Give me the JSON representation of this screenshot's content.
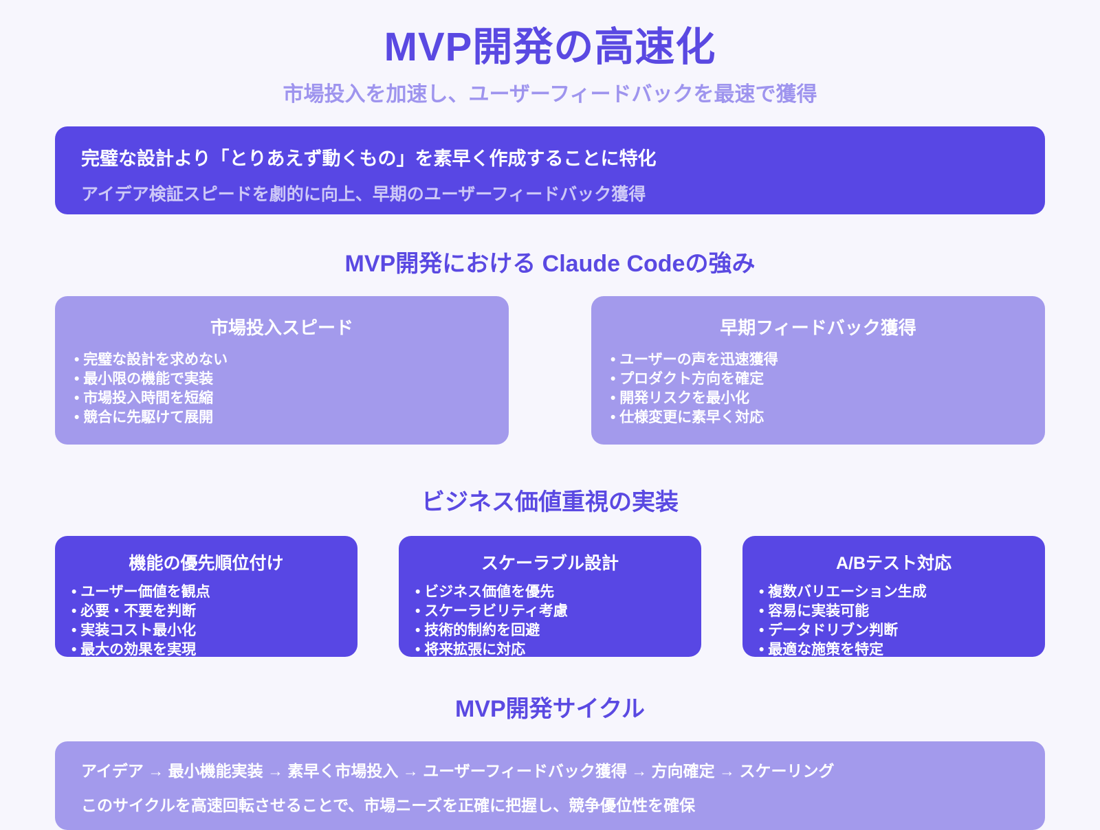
{
  "page": {
    "title": "MVP開発の高速化",
    "subtitle": "市場投入を加速し、ユーザーフィードバックを最速で獲得"
  },
  "hero_banner": {
    "headline": "完璧な設計より「とりあえず動くもの」を素早く作成することに特化",
    "subtext": "アイデア検証スピードを劇的に向上、早期のユーザーフィードバック獲得"
  },
  "strengths_section": {
    "heading": "MVP開発における Claude Codeの強み",
    "cards": [
      {
        "title": "市場投入スピード",
        "bullets": [
          "完璧な設計を求めない",
          "最小限の機能で実装",
          "市場投入時間を短縮",
          "競合に先駆けて展開"
        ]
      },
      {
        "title": "早期フィードバック獲得",
        "bullets": [
          "ユーザーの声を迅速獲得",
          "プロダクト方向を確定",
          "開発リスクを最小化",
          "仕様変更に素早く対応"
        ]
      }
    ]
  },
  "business_section": {
    "heading": "ビジネス価値重視の実装",
    "cards": [
      {
        "title": "機能の優先順位付け",
        "bullets": [
          "ユーザー価値を観点",
          "必要・不要を判断",
          "実装コスト最小化",
          "最大の効果を実現"
        ]
      },
      {
        "title": "スケーラブル設計",
        "bullets": [
          "ビジネス価値を優先",
          "スケーラビリティ考慮",
          "技術的制約を回避",
          "将来拡張に対応"
        ]
      },
      {
        "title": "A/Bテスト対応",
        "bullets": [
          "複数バリエーション生成",
          "容易に実装可能",
          "データドリブン判断",
          "最適な施策を特定"
        ]
      }
    ]
  },
  "cycle_section": {
    "heading": "MVP開発サイクル",
    "banner": {
      "flow": "アイデア → 最小機能実装 → 素早く市場投入 → ユーザーフィードバック獲得 → 方向確定 → スケーリング",
      "note": "このサイクルを高速回転させることで、市場ニーズを正確に把握し、競争優位性を確保"
    }
  },
  "colors": {
    "background": "#f7f6fd",
    "accent": "#5a49e2",
    "accent_dark": "#5847e4",
    "accent_light": "#a39aec",
    "subtitle": "#9e94ee"
  }
}
